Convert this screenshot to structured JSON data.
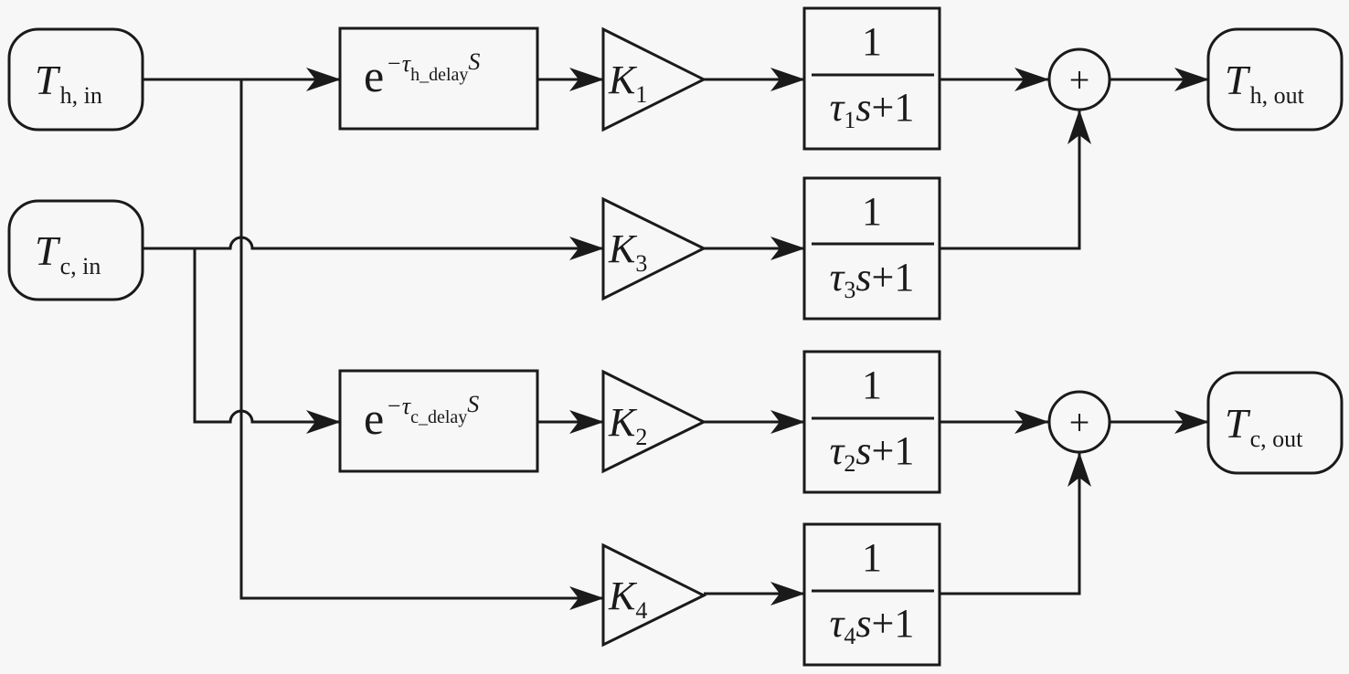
{
  "diagram": {
    "type": "block-diagram",
    "inputs": [
      {
        "id": "th_in",
        "main": "T",
        "sub": "h, in"
      },
      {
        "id": "tc_in",
        "main": "T",
        "sub": "c, in"
      }
    ],
    "outputs": [
      {
        "id": "th_out",
        "main": "T",
        "sub": "h, out"
      },
      {
        "id": "tc_out",
        "main": "T",
        "sub": "c, out"
      }
    ],
    "delays": [
      {
        "id": "delay_h",
        "base": "e",
        "exp_prefix": "−τ",
        "exp_sub": "h_delay",
        "exp_var": "S"
      },
      {
        "id": "delay_c",
        "base": "e",
        "exp_prefix": "−τ",
        "exp_sub": "c_delay",
        "exp_var": "S"
      }
    ],
    "gains": [
      {
        "id": "k1",
        "main": "K",
        "sub": "1"
      },
      {
        "id": "k3",
        "main": "K",
        "sub": "3"
      },
      {
        "id": "k2",
        "main": "K",
        "sub": "2"
      },
      {
        "id": "k4",
        "main": "K",
        "sub": "4"
      }
    ],
    "transfer_functions": [
      {
        "id": "tf1",
        "numerator": "1",
        "tau": "τ",
        "sub": "1",
        "var": "s",
        "rest": "+1"
      },
      {
        "id": "tf3",
        "numerator": "1",
        "tau": "τ",
        "sub": "3",
        "var": "s",
        "rest": "+1"
      },
      {
        "id": "tf2",
        "numerator": "1",
        "tau": "τ",
        "sub": "2",
        "var": "s",
        "rest": "+1"
      },
      {
        "id": "tf4",
        "numerator": "1",
        "tau": "τ",
        "sub": "4",
        "var": "s",
        "rest": "+1"
      }
    ],
    "sums": [
      {
        "id": "sum_h",
        "symbol": "+"
      },
      {
        "id": "sum_c",
        "symbol": "+"
      }
    ],
    "connections": [
      [
        "th_in",
        "delay_h"
      ],
      [
        "delay_h",
        "k1"
      ],
      [
        "k1",
        "tf1"
      ],
      [
        "tf1",
        "sum_h"
      ],
      [
        "sum_h",
        "th_out"
      ],
      [
        "tc_in",
        "k3"
      ],
      [
        "k3",
        "tf3"
      ],
      [
        "tf3",
        "sum_h"
      ],
      [
        "tc_in",
        "delay_c"
      ],
      [
        "delay_c",
        "k2"
      ],
      [
        "k2",
        "tf2"
      ],
      [
        "tf2",
        "sum_c"
      ],
      [
        "sum_c",
        "tc_out"
      ],
      [
        "th_in",
        "k4"
      ],
      [
        "k4",
        "tf4"
      ],
      [
        "tf4",
        "sum_c"
      ]
    ]
  }
}
